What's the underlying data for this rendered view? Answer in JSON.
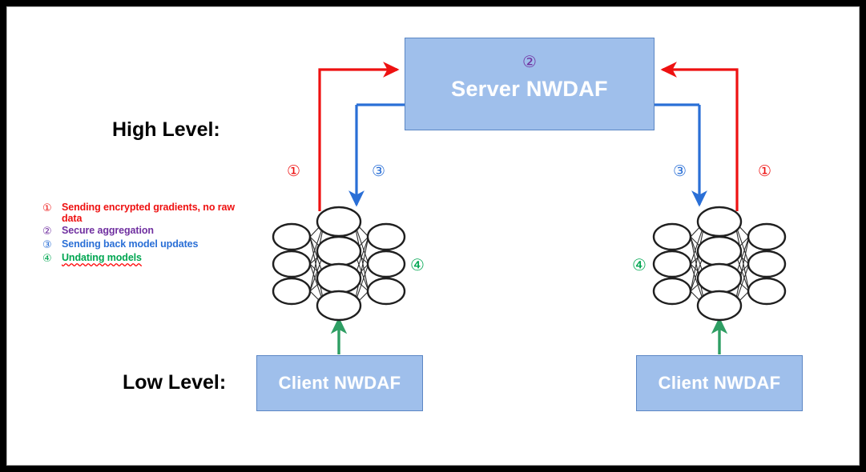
{
  "figure": {
    "title": "Federated learning between Server NWDAF and Client NWDAFs",
    "border_color": "#000000",
    "background": "#ffffff"
  },
  "palette": {
    "box_fill": "#9fbfeb",
    "box_border": "#5b86c4",
    "box_text": "#ffffff",
    "red": "#ee1111",
    "blue": "#2a6fd6",
    "purple": "#7030a0",
    "green": "#00a651",
    "network_node": "#000000"
  },
  "headings": {
    "high_level": "High Level:",
    "low_level": "Low Level:"
  },
  "nodes": {
    "server": {
      "label": "Server NWDAF",
      "marker": "②"
    },
    "client_left": {
      "label": "Client NWDAF"
    },
    "client_right": {
      "label": "Client NWDAF"
    }
  },
  "markers": {
    "left_up": "①",
    "left_down": "③",
    "right_down": "③",
    "right_up": "①",
    "left_update": "④",
    "right_update": "④",
    "server_aggregation": "②"
  },
  "legend": {
    "items": [
      {
        "num": "①",
        "text": "Sending encrypted gradients, no raw data",
        "color": "red",
        "spell_error": false
      },
      {
        "num": "②",
        "text": "Secure aggregation",
        "color": "purple",
        "spell_error": false
      },
      {
        "num": "③",
        "text": "Sending back model updates",
        "color": "blue",
        "spell_error": false
      },
      {
        "num": "④",
        "text": "Undating models",
        "color": "green",
        "spell_error": true
      }
    ]
  },
  "neural_networks": {
    "layers": [
      3,
      4,
      3
    ],
    "node_shape": "ellipse",
    "count": 2
  },
  "arrows": [
    {
      "name": "client-left-to-server",
      "color": "red",
      "step": "①",
      "direction": "up-right-into-server-left"
    },
    {
      "name": "server-to-client-left",
      "color": "blue",
      "step": "③",
      "direction": "out-server-left-down"
    },
    {
      "name": "client-right-to-server",
      "color": "red",
      "step": "①",
      "direction": "up-left-into-server-right"
    },
    {
      "name": "server-to-client-right",
      "color": "blue",
      "step": "③",
      "direction": "out-server-right-down"
    },
    {
      "name": "client-left-box-to-network",
      "color": "green",
      "step": "④",
      "direction": "up"
    },
    {
      "name": "client-right-box-to-network",
      "color": "green",
      "step": "④",
      "direction": "up"
    }
  ]
}
